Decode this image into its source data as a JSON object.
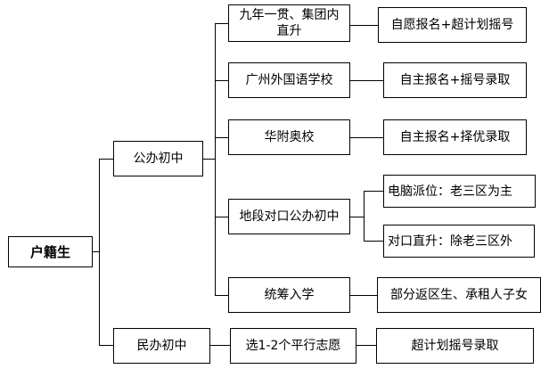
{
  "root": "户籍生",
  "branches": [
    {
      "label": "公办初中",
      "children": [
        {
          "label": "九年一贯、集团内直升",
          "result": "自愿报名+超计划摇号"
        },
        {
          "label": "广州外国语学校",
          "result": "自主报名+摇号录取"
        },
        {
          "label": "华附奥校",
          "result": "自主报名+择优录取"
        },
        {
          "label": "地段对口公办初中",
          "results": [
            "电脑派位：老三区为主",
            "对口直升：除老三区外"
          ]
        },
        {
          "label": "统筹入学",
          "result": "部分返区生、承租人子女"
        }
      ]
    },
    {
      "label": "民办初中",
      "children": [
        {
          "label": "选1-2个平行志愿",
          "result": "超计划摇号录取"
        }
      ]
    }
  ]
}
